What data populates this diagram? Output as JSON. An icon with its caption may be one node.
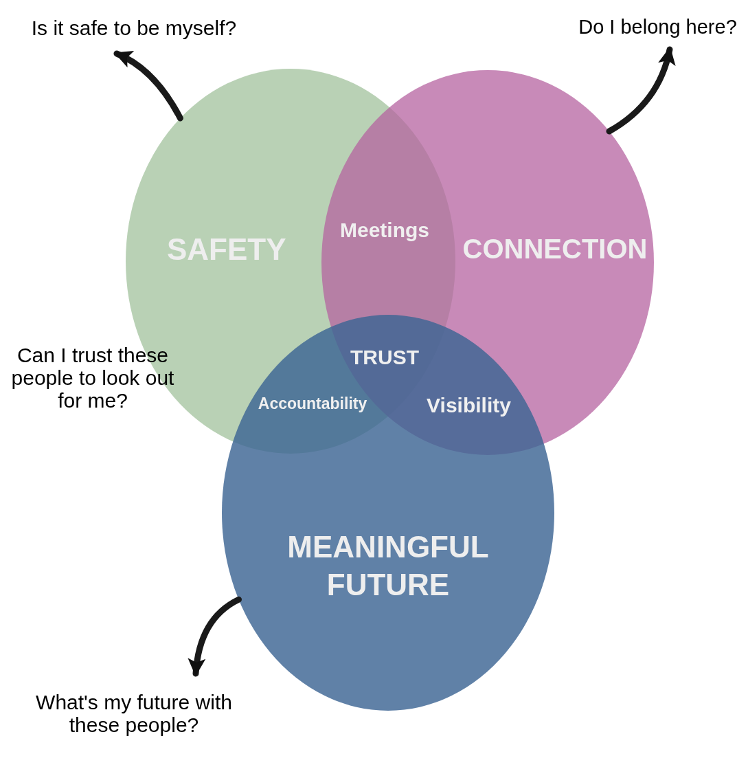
{
  "diagram": {
    "nodes": [
      {
        "text": [
          "SAFETY"
        ]
      },
      {
        "text": [
          "CONNECTION"
        ]
      },
      {
        "text": [
          "MEANINGFUL FUTURE"
        ]
      },
      {
        "text": [
          "Is it safe to be myself?"
        ]
      },
      {
        "text": [
          "Do I belong here?"
        ]
      },
      {
        "text": [
          "What's my future with these people?"
        ]
      }
    ],
    "edges": [
      {
        "from": 0,
        "to": 3,
        "arrow": "to"
      },
      {
        "from": 1,
        "to": 4,
        "arrow": "to"
      },
      {
        "from": 2,
        "to": 5,
        "arrow": "to"
      }
    ],
    "labels": [
      "Meetings",
      "TRUST",
      "Accountability",
      "Visibility",
      "Can I trust these people to look out for me?"
    ]
  }
}
